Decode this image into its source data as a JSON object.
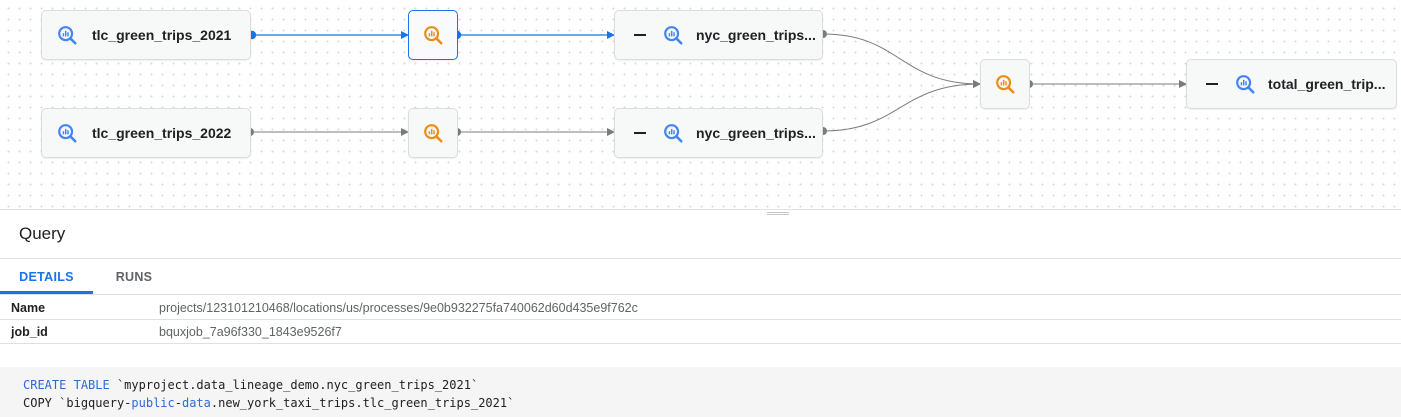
{
  "graph": {
    "nodes": {
      "src2021": {
        "label": "tlc_green_trips_2021",
        "icon": "bigquery-table-icon"
      },
      "src2022": {
        "label": "tlc_green_trips_2022",
        "icon": "bigquery-table-icon"
      },
      "proc2021": {
        "icon": "bigquery-query-icon",
        "selected": true
      },
      "proc2022": {
        "icon": "bigquery-query-icon"
      },
      "nyc2021": {
        "label": "nyc_green_trips...",
        "icon": "bigquery-table-icon",
        "collapse": "minus-icon"
      },
      "nyc2022": {
        "label": "nyc_green_trips...",
        "icon": "bigquery-table-icon",
        "collapse": "minus-icon"
      },
      "procTotal": {
        "icon": "bigquery-query-icon"
      },
      "total": {
        "label": "total_green_trip...",
        "icon": "bigquery-table-icon",
        "collapse": "minus-icon"
      }
    },
    "colors": {
      "selected_edge": "#1a73e8",
      "edge": "#7b7b7b",
      "table_icon": "#4285f4",
      "query_icon": "#ef8c14"
    }
  },
  "panel": {
    "title": "Query",
    "tabs": [
      {
        "label": "DETAILS",
        "active": true
      },
      {
        "label": "RUNS",
        "active": false
      }
    ],
    "properties": [
      {
        "key": "Name",
        "value": "projects/123101210468/locations/us/processes/9e0b932275fa740062d60d435e9f762c"
      },
      {
        "key": "job_id",
        "value": "bquxjob_7a96f330_1843e9526f7"
      }
    ],
    "code": {
      "line1": {
        "kw1": "CREATE",
        "kw2": "TABLE",
        "rest": "`myproject.data_lineage_demo.nyc_green_trips_2021`"
      },
      "line2": {
        "kw1": "COPY",
        "pre": "`bigquery-",
        "kw2": "public",
        "mid": "-",
        "kw3": "data",
        "rest": ".new_york_taxi_trips.tlc_green_trips_2021`"
      }
    }
  }
}
